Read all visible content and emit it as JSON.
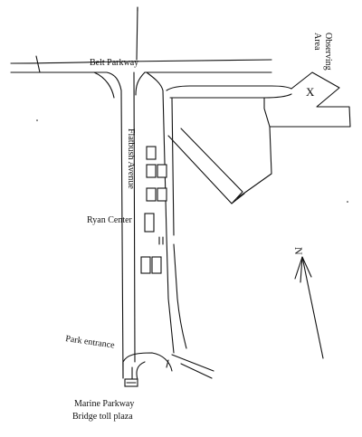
{
  "map": {
    "labels": {
      "belt_parkway": "Belt Parkway",
      "flatbush_avenue": "Flatbush Avenue",
      "ryan_center": "Ryan Center",
      "park_entrance": "Park entrance",
      "toll_plaza_line1": "Marine Parkway",
      "toll_plaza_line2": "Bridge toll plaza",
      "observing_area_line1": "Observing",
      "observing_area_line2": "Area",
      "north": "N"
    },
    "observing_marker": "X",
    "icons": [
      "north-arrow-icon",
      "observing-area-x-marker"
    ]
  }
}
